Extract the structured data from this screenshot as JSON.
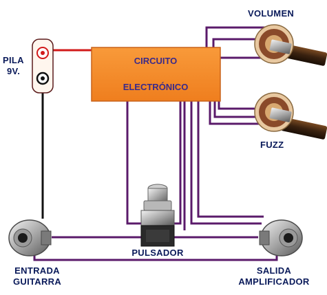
{
  "labels": {
    "battery": [
      "PILA",
      "9V."
    ],
    "circuit": [
      "CIRCUITO",
      "ELECTRÓNICO"
    ],
    "volume": "VOLUMEN",
    "fuzz": "FUZZ",
    "switch": "PULSADOR",
    "input_jack": [
      "ENTRADA",
      "GUITARRA"
    ],
    "output_jack": [
      "SALIDA",
      "AMPLIFICADOR"
    ]
  },
  "colors": {
    "wire": "#5a1a6a",
    "positive_wire": "#d21a1a",
    "negative_wire": "#111111",
    "circuit_box": "#f58a2a",
    "label_text": "#0a1a5a"
  },
  "icons": {
    "battery": "battery-clip-icon",
    "potentiometer": "potentiometer-icon",
    "footswitch": "footswitch-icon",
    "jack": "audio-jack-icon"
  }
}
